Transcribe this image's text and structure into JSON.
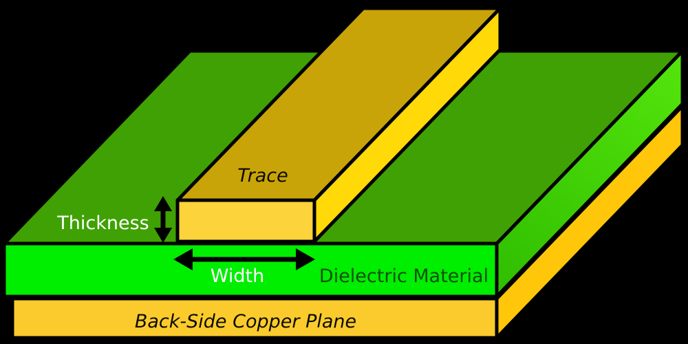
{
  "labels": {
    "trace": "Trace",
    "thickness": "Thickness",
    "width": "Width",
    "dielectric": "Dielectric Material",
    "copper_plane": "Back-Side Copper Plane"
  },
  "colors": {
    "background": "#000000",
    "outline": "#000000",
    "board_top": "#3FA104",
    "dielectric_front": "#00EE00",
    "dielectric_side_dark": "#2FBE00",
    "dielectric_side_light": "#55E50C",
    "copper_front": "#FBCB2D",
    "copper_side": "#FFC60A",
    "trace_top": "#C9A408",
    "trace_side": "#FFD908",
    "trace_front": "#FCD33A",
    "label_light": "#FFFFFF",
    "label_dark": "#0D0D00",
    "label_dielectric": "#114E0C",
    "arrow": "#000000"
  }
}
